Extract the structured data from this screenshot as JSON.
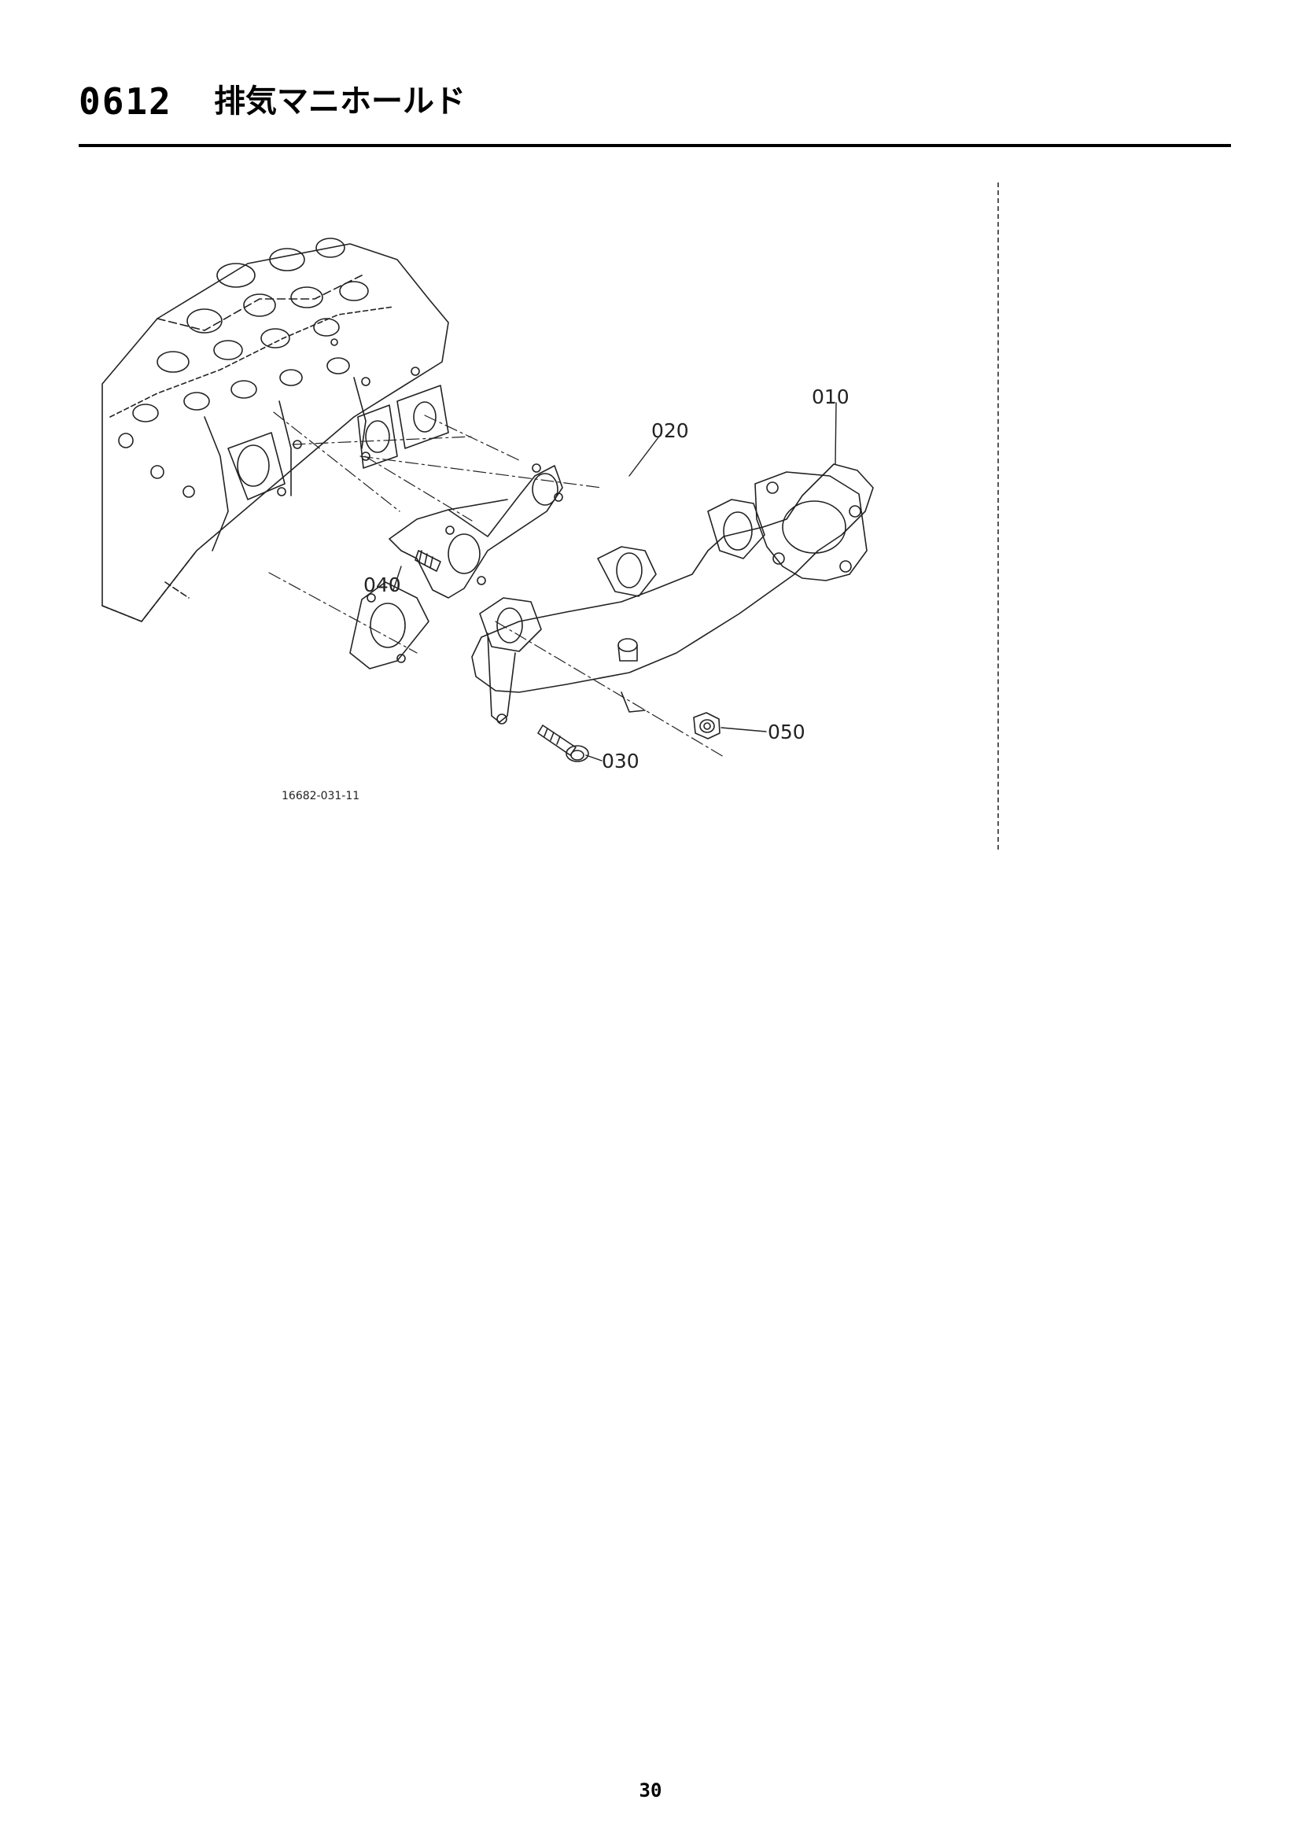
{
  "header": {
    "section_code": "0612",
    "section_title": "排気マニホールド"
  },
  "diagram": {
    "drawing_number": "16682-031-11",
    "callouts": {
      "manifold": "010",
      "gasket": "020",
      "bolt": "030",
      "stud": "040",
      "nut": "050"
    }
  },
  "footer": {
    "page_number": "30"
  }
}
